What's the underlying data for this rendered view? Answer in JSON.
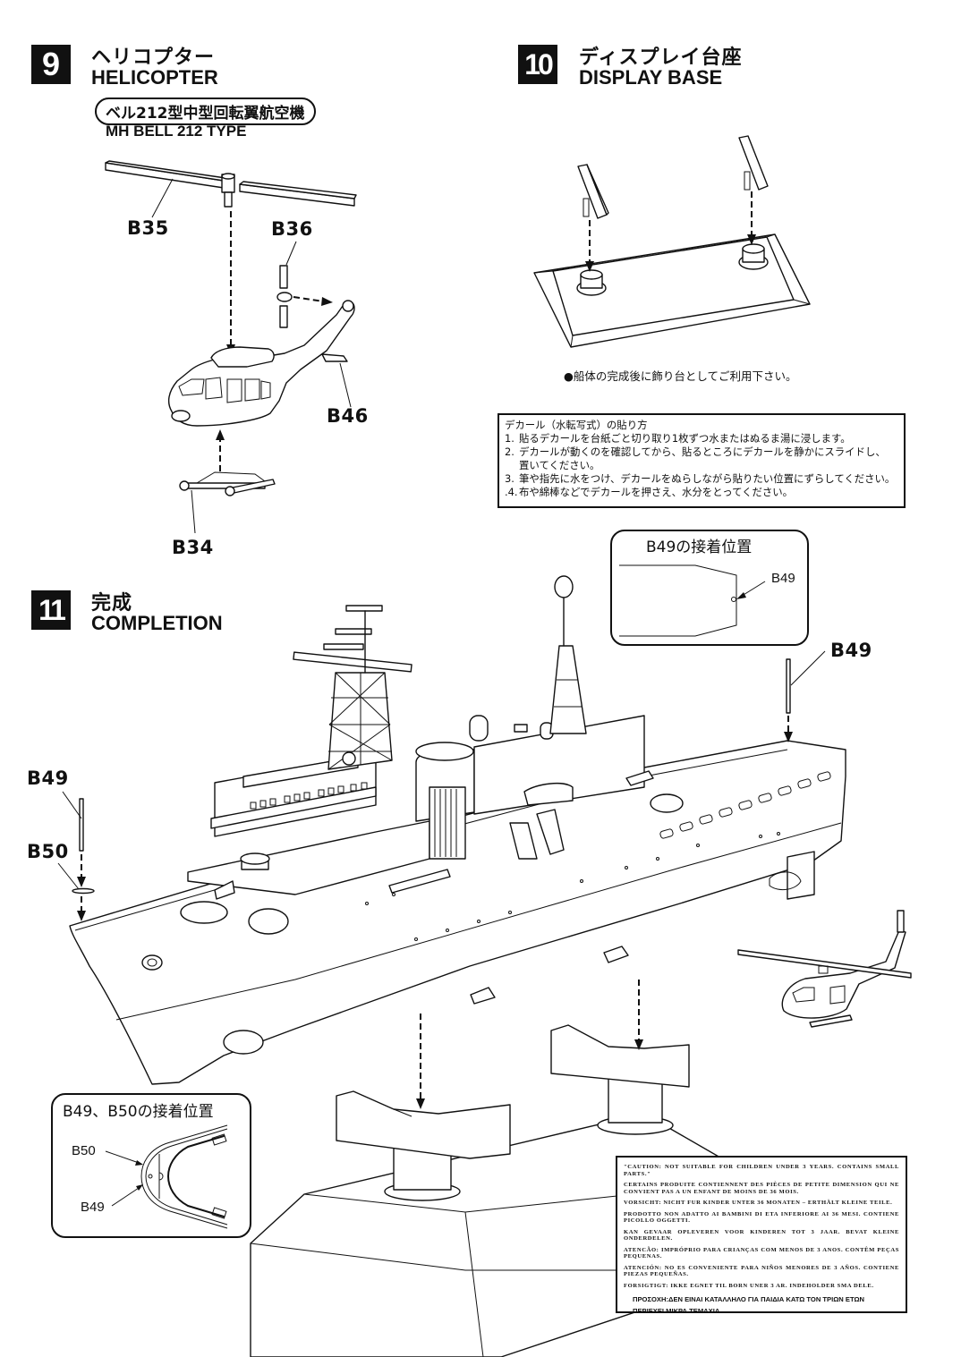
{
  "steps": [
    {
      "number": "9",
      "title_jp": "ヘリコプター",
      "title_en": "HELICOPTER"
    },
    {
      "number": "10",
      "title_jp": "ディスプレイ台座",
      "title_en": "DISPLAY BASE"
    },
    {
      "number": "11",
      "title_jp": "完成",
      "title_en": "COMPLETION"
    }
  ],
  "helicopter": {
    "type_jp": "ベル212型中型回転翼航空機",
    "type_en": "MH BELL 212 TYPE",
    "parts": [
      "B35",
      "B36",
      "B46",
      "B34"
    ]
  },
  "display_base": {
    "note": "●船体の完成後に飾り台としてご利用下さい。"
  },
  "decal_instructions": {
    "title": "デカール（水転写式）の貼り方",
    "steps": [
      {
        "num": "1.",
        "text": "貼るデカールを台紙ごと切り取り1枚ずつ水またはぬるま湯に浸します。"
      },
      {
        "num": "2.",
        "text": "デカールが動くのを確認してから、貼るところにデカールを静かにスライドし、",
        "cont": "置いてください。"
      },
      {
        "num": "3.",
        "text": "筆や指先に水をつけ、デカールをぬらしながら貼りたい位置にずらしてください。"
      },
      {
        "num": ".4.",
        "text": "布や綿棒などでデカールを押さえ、水分をとってください。"
      }
    ]
  },
  "b49_position_box": {
    "title": "B49の接着位置",
    "label": "B49"
  },
  "b49_b50_position_box": {
    "title": "B49、B50の接着位置",
    "labels": [
      "B50",
      "B49"
    ]
  },
  "completion": {
    "part_labels": [
      "B49",
      "B49",
      "B50"
    ]
  },
  "warning": {
    "lines": [
      "\"CAUTION: NOT SUITABLE FOR CHILDREN UNDER 3 YEARS. CONTAINS SMALL PARTS.\"",
      "CERTAINS PRODUITE CONTIENNENT DES PIÈCES DE PETITE DIMENSION QUI NE CONVIENT PAS A UN ENFANT DE MOINS DE 36 MOIS.",
      "VORSICHT: NICHT FUR KINDER UNTER 36 MONATEN – ERTHÄLT KLEINE TEILE.",
      "PRODOTTO NON ADATTO AI BAMBINI DI ETA INFERIORE AI 36 MESI. CONTIENE PICOLLO OGGETTI.",
      "KAN GEVAAR OPLEVEREN VOOR KINDEREN TOT 3 JAAR. BEVAT KLEINE ONDERDELEN.",
      "ATENCÃO: IMPRÓPRIO PARA CRIANÇAS COM MENOS DE 3 ANOS. CONTÊM PEÇAS PEQUENAS.",
      "ATENCIÓN: NO ES CONVENIENTE PARA NIÑOS MENORES DE 3 AÑOS. CONTIENE PIEZAS PEQUEÑAS.",
      "FORSIGTIGT: IKKE EGNET TIL BORN UNER 3 AR. INDEHOLDER SMA DELE."
    ],
    "greek_lines": [
      "ΠΡΟΣΟΧΗ:ΔΕΝ ΕΙΝΑΙ ΚΑΤΑΛΛΗΛΟ ΓΙΑ ΠΑΙΔΙΑ ΚΑΤΩ ΤΟΝ ΤΡΙΩΝ ΕΤΩΝ",
      "ΠΕΡΙΕΧΕΙ ΜΙΚΡΑ ΤΕΜΑΧΙΑ."
    ]
  }
}
